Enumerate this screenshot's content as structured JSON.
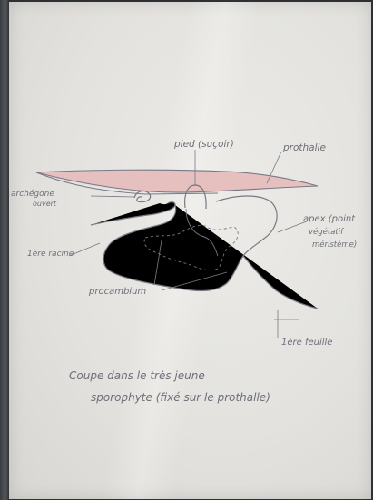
{
  "diagram": {
    "labels": {
      "pied": "pied (suçoir)",
      "prothalle": "prothalle",
      "archegone_line1": "archégone",
      "archegone_line2": "ouvert",
      "apex_line1": "apex (point",
      "apex_line2": "végétatif",
      "apex_line3": "méristème)",
      "racine": "1ère racine",
      "procambium": "procambium",
      "feuille": "1ère feuille",
      "caption_line1": "Coupe dans le très jeune",
      "caption_line2": "sporophyte (fixé sur le prothalle)"
    },
    "colors": {
      "ink": "#6f6e7a",
      "prothalle_fill": "#e6bfbf",
      "paper": "#e8e7e3"
    }
  }
}
